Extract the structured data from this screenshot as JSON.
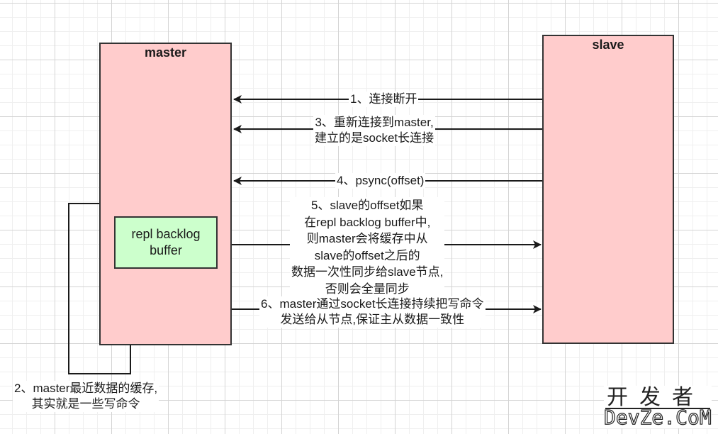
{
  "master": {
    "title": "master"
  },
  "slave": {
    "title": "slave"
  },
  "backlog": {
    "line1": "repl backlog",
    "line2": "buffer"
  },
  "steps": {
    "s1": "1、连接断开",
    "s3_line1": "3、重新连接到master,",
    "s3_line2": "建立的是socket长连接",
    "s4": "4、psync(offset)",
    "s5_lines": [
      "5、slave的offset如果",
      "在repl backlog buffer中,",
      "则master会将缓存中从",
      "slave的offset之后的",
      "数据一次性同步给slave节点,",
      "否则会全量同步"
    ],
    "s6_line1": "6、master通过socket长连接持续把写命令",
    "s6_line2": "发送给从节点,保证主从数据一致性",
    "s2_line1": "2、master最近数据的缓存,",
    "s2_line2": "其实就是一些写命令"
  },
  "watermark": {
    "cn": "开发者",
    "en": "DevZe.CoM"
  }
}
